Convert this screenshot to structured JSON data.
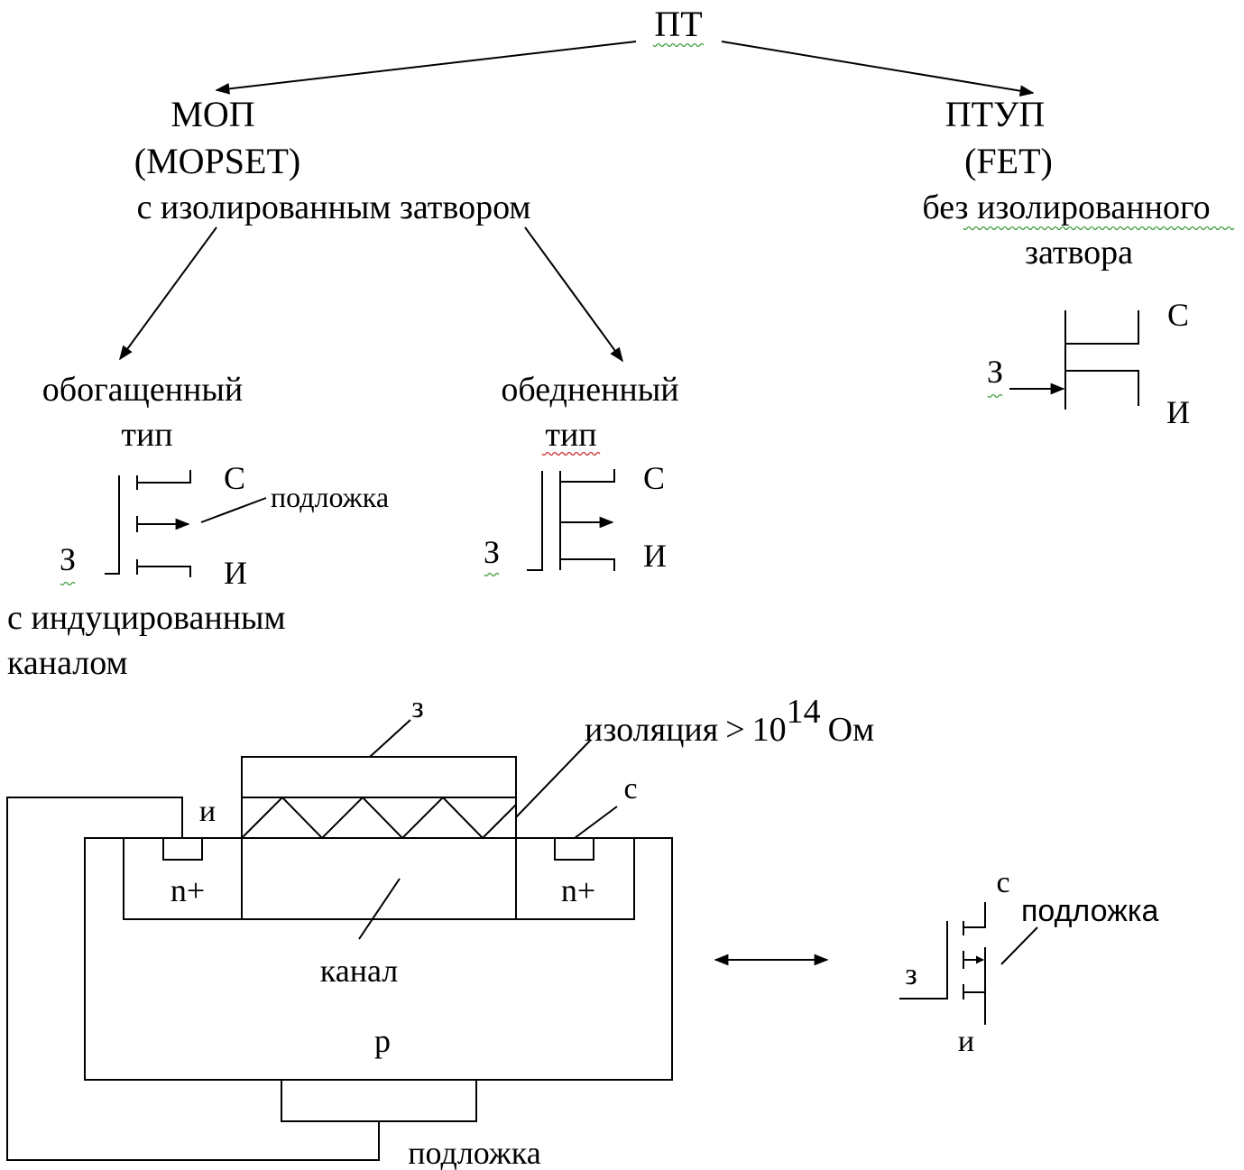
{
  "tree": {
    "root": "ПТ",
    "left": {
      "line1": "МОП",
      "line2": "(MOPSET)",
      "line3": "с изолированным затвором",
      "enh_line1": "обогащенный",
      "enh_line2": "тип",
      "dep_line1": "обедненный",
      "dep_line2": "тип",
      "induced_line1": "с индуцированным",
      "induced_line2": "каналом"
    },
    "right": {
      "line1": "ПТУП",
      "line2": "(FET)",
      "line3": "без изолированного",
      "line4": "затвора"
    }
  },
  "symbols": {
    "drain": "С",
    "source": "И",
    "gate": "З",
    "substrate": "подложка"
  },
  "cross_section": {
    "gate": "з",
    "isolation_text": "изоляция",
    "isolation_gt": ">",
    "isolation_base": "10",
    "isolation_exp": "14",
    "isolation_unit": "Ом",
    "source": "и",
    "drain": "с",
    "n_left": "n+",
    "n_right": "n+",
    "channel": "канал",
    "p": "p",
    "substrate": "подложка"
  },
  "small_symbol": {
    "drain": "с",
    "substrate": "подложка",
    "gate": "з",
    "source": "и"
  }
}
